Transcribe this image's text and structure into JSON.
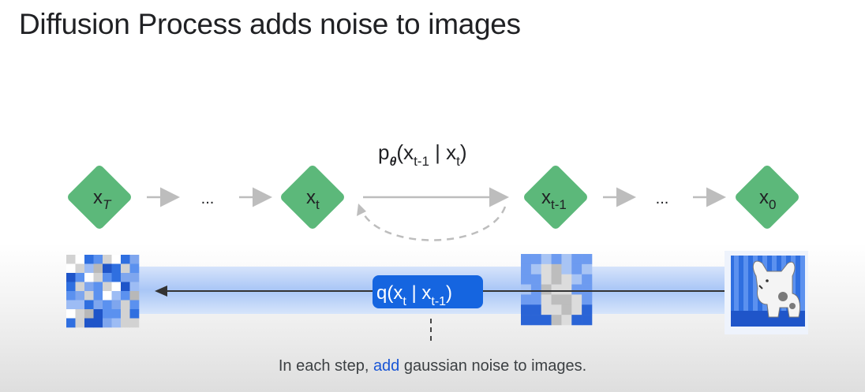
{
  "title": "Diffusion Process adds noise to images",
  "nodes": [
    {
      "var": "x",
      "sub": "T",
      "sub_italic": true
    },
    {
      "var": "x",
      "sub": "t",
      "sub_italic": false
    },
    {
      "var": "x",
      "sub": "t-1",
      "sub_italic": false
    },
    {
      "var": "x",
      "sub": "0",
      "sub_italic": false
    }
  ],
  "ellipsis": "...",
  "reverse_formula": {
    "p": "p",
    "theta": "θ",
    "open": "(x",
    "sub1": "t-1",
    "mid": " | x",
    "sub2": "t",
    "close": ")"
  },
  "forward_formula": {
    "q": "q(x",
    "sub1": "t",
    "mid": " | x",
    "sub2": "t-1",
    "close": ")"
  },
  "caption": {
    "before": "In each step, ",
    "highlight": "add",
    "after": " gaussian noise to images."
  },
  "colors": {
    "node_green": "#5cb87a",
    "arrow_gray": "#bdbdbd",
    "band_blue": "#9fbff5",
    "label_blue": "#1565e0",
    "highlight": "#1a56d6"
  }
}
